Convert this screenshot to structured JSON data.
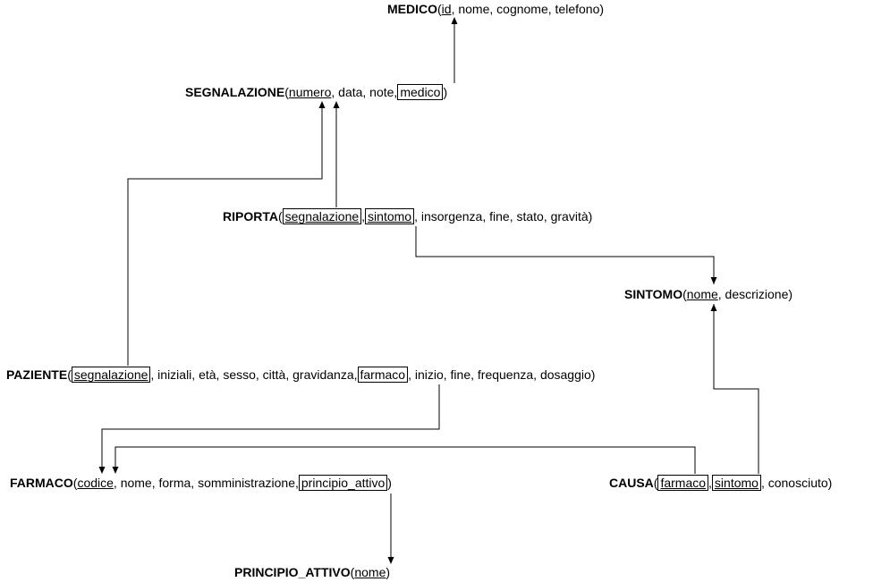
{
  "medico": {
    "name": "MEDICO",
    "pk": "id",
    "rest": ", nome, cognome, telefono)"
  },
  "segnalazione": {
    "name": "SEGNALAZIONE",
    "pk": "numero",
    "mid": ", data, note,",
    "fk": "medico",
    "close": ")"
  },
  "riporta": {
    "name": "RIPORTA",
    "fk1": "segnalazione",
    "sep": ",",
    "fk2": "sintomo",
    "rest": ", insorgenza, fine, stato, gravità)"
  },
  "sintomo": {
    "name": "SINTOMO",
    "pk": "nome",
    "rest": ", descrizione)"
  },
  "paziente": {
    "name": "PAZIENTE",
    "fk1": "segnalazione",
    "mid": ", iniziali, età, sesso, città, gravidanza,",
    "fk2": "farmaco",
    "rest": ", inizio, fine, frequenza, dosaggio)"
  },
  "farmaco": {
    "name": "FARMACO",
    "pk": "codice",
    "mid": ", nome, forma, somministrazione,",
    "fk": "principio_attivo",
    "close": ")"
  },
  "causa": {
    "name": "CAUSA",
    "fk1": "farmaco",
    "sep": ",",
    "fk2": "sintomo",
    "rest": ", conosciuto)"
  },
  "principio": {
    "name": "PRINCIPIO_ATTIVO",
    "pk": "nome",
    "close": ")"
  }
}
